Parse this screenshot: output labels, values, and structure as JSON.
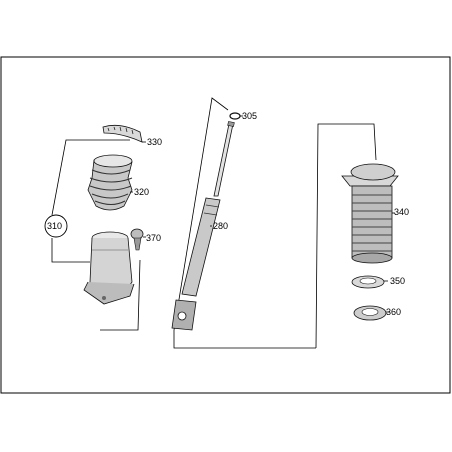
{
  "diagram": {
    "title": "",
    "callouts": {
      "c305": "305",
      "c330": "330",
      "c320": "320",
      "c310": "310",
      "c370": "370",
      "c280": "280",
      "c340": "340",
      "c350": "350",
      "c360": "360"
    }
  }
}
